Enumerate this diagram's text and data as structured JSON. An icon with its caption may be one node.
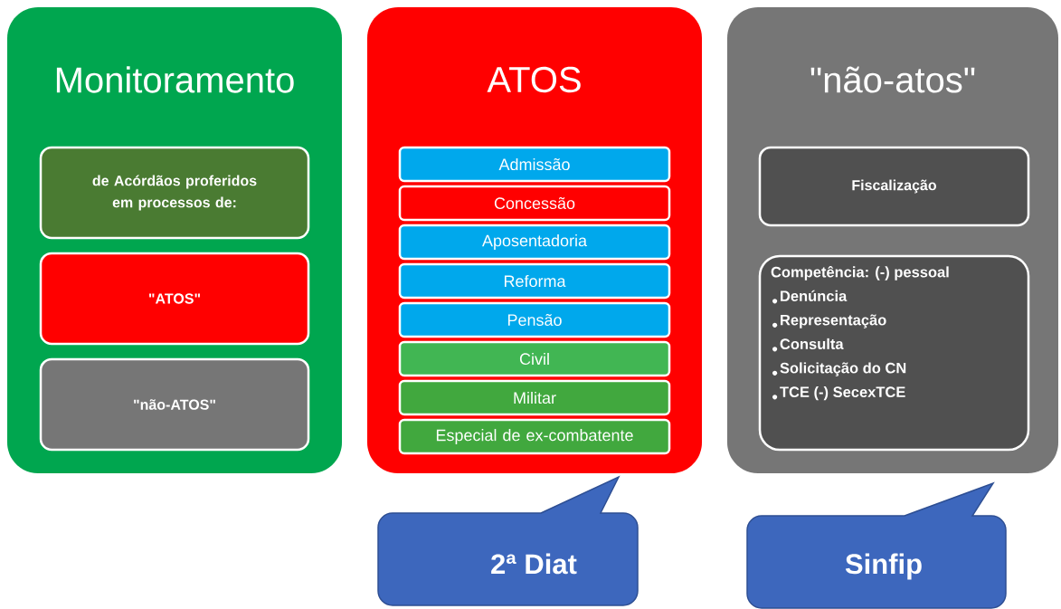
{
  "diagram": {
    "nodes": [
      {
        "text": [
          "Monitoramento"
        ]
      },
      {
        "text": [
          "de Acórdãos proferidos em processos de:"
        ],
        "in": 0
      },
      {
        "text": [
          "\"ATOS\""
        ],
        "in": 0
      },
      {
        "text": [
          "\"não-ATOS\""
        ],
        "in": 0
      },
      {
        "text": [
          "ATOS"
        ]
      },
      {
        "text": [
          "Admissão"
        ],
        "in": 4
      },
      {
        "text": [
          "Concessão"
        ],
        "in": 4
      },
      {
        "text": [
          "Aposentadoria"
        ],
        "in": 4
      },
      {
        "text": [
          "Reforma"
        ],
        "in": 4
      },
      {
        "text": [
          "Pensão"
        ],
        "in": 4
      },
      {
        "text": [
          "Civil"
        ],
        "in": 4
      },
      {
        "text": [
          "Militar"
        ],
        "in": 4
      },
      {
        "text": [
          "Especial de ex-combatente"
        ],
        "in": 4
      },
      {
        "text": [
          "\"não-atos\""
        ]
      },
      {
        "text": [
          "Fiscalização"
        ],
        "in": 13
      },
      {
        "text": [
          "Competência: (-) pessoal",
          "Denúncia",
          "Representação",
          "Consulta",
          "Solicitação do CN",
          "TCE (-) SecexTCE"
        ],
        "in": 13
      },
      {
        "text": [
          "2ª Diat"
        ]
      },
      {
        "text": [
          "Sinfip"
        ]
      }
    ]
  }
}
